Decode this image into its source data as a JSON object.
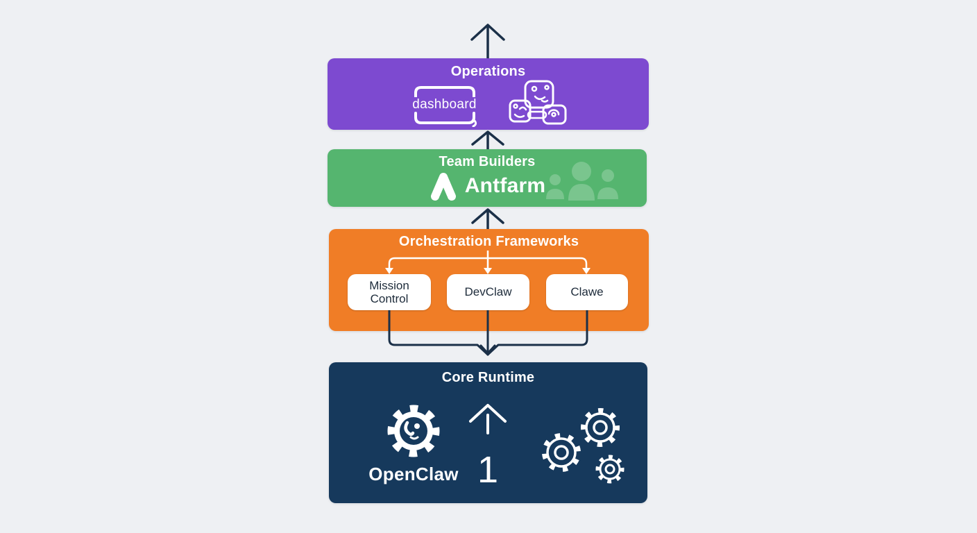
{
  "colors": {
    "background": "#eef0f3",
    "operations_purple": "#7d4ad0",
    "team_builders_green": "#55b56f",
    "orchestration_orange": "#f07d26",
    "core_runtime_navy": "#16395c",
    "connector_dark": "#1b3048",
    "connector_light": "#ffffff"
  },
  "layers": {
    "operations": {
      "title": "Operations",
      "dashboard_wordmark": "dashboard",
      "icons": [
        "dashboard-wordmark-logo",
        "widget-panels-icon"
      ]
    },
    "team_builders": {
      "title": "Team Builders",
      "brand": "Antfarm",
      "icons": [
        "antfarm-logo",
        "people-group-watermark"
      ]
    },
    "orchestration": {
      "title": "Orchestration Frameworks",
      "frameworks": [
        {
          "label": "Mission Control"
        },
        {
          "label": "DevClaw"
        },
        {
          "label": "Clawe"
        }
      ]
    },
    "core_runtime": {
      "title": "Core Runtime",
      "brand": "OpenClaw",
      "version_label": "1",
      "icons": [
        "openclaw-gear-logo",
        "upload-arrow-icon",
        "gears-cluster-icon"
      ]
    }
  }
}
